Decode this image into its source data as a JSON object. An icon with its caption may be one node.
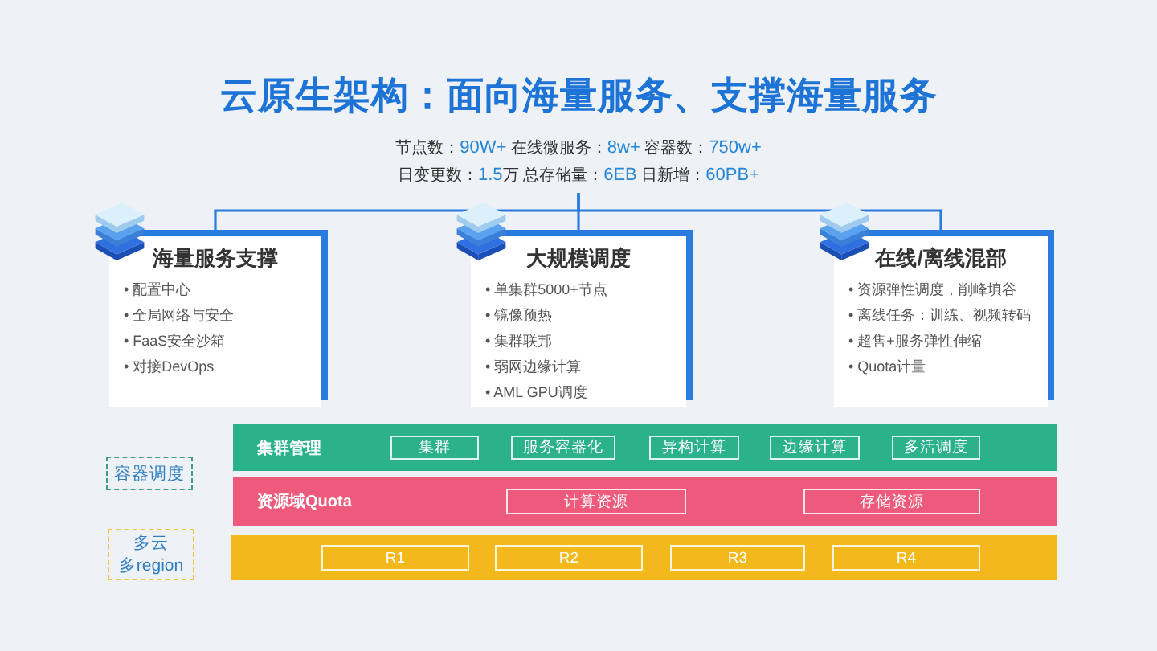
{
  "diagram": {
    "title": "云原生架构：面向海量服务、支撑海量服务",
    "nodes": [
      {
        "text": [
          "节点数：90W+ 在线微服务：8w+ 容器数：750w+",
          "日变更数：1.5万 总存储量：6EB 日新增：60PB+"
        ]
      },
      {
        "text": [
          "海量服务支撑",
          "• 配置中心",
          "• 全局网络与安全",
          "• FaaS安全沙箱",
          "• 对接DevOps"
        ]
      },
      {
        "text": [
          "大规模调度",
          "• 单集群5000+节点",
          "• 镜像预热",
          "• 集群联邦",
          "• 弱网边缘计算",
          "• AML GPU调度"
        ]
      },
      {
        "text": [
          "在线/离线混部",
          "• 资源弹性调度，削峰填谷",
          "• 离线任务：训练、视频转码",
          "• 超售+服务弹性伸缩",
          "• Quota计量"
        ]
      },
      {
        "text": [
          "容器调度"
        ]
      },
      {
        "text": [
          "集群管理"
        ]
      },
      {
        "text": [
          "集群"
        ],
        "in": 5
      },
      {
        "text": [
          "服务容器化"
        ],
        "in": 5
      },
      {
        "text": [
          "异构计算"
        ],
        "in": 5
      },
      {
        "text": [
          "边缘计算"
        ],
        "in": 5
      },
      {
        "text": [
          "多活调度"
        ],
        "in": 5
      },
      {
        "text": [
          "资源域Quota"
        ]
      },
      {
        "text": [
          "计算资源"
        ],
        "in": 11
      },
      {
        "text": [
          "存储资源"
        ],
        "in": 11
      },
      {
        "text": [
          "多云",
          "多region"
        ]
      },
      {
        "text": [],
        "shape": "bar"
      },
      {
        "text": [
          "R1"
        ],
        "in": 15
      },
      {
        "text": [
          "R2"
        ],
        "in": 15
      },
      {
        "text": [
          "R3"
        ],
        "in": 15
      },
      {
        "text": [
          "R4"
        ],
        "in": 15
      }
    ],
    "edges": [
      {
        "from": 0,
        "to": 1,
        "arrow": "none"
      },
      {
        "from": 0,
        "to": 2,
        "arrow": "none"
      },
      {
        "from": 0,
        "to": 3,
        "arrow": "none"
      }
    ]
  }
}
